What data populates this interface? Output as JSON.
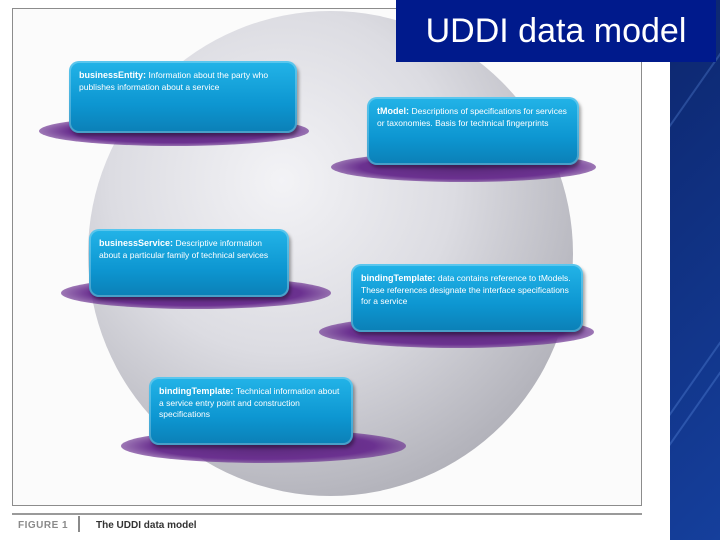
{
  "slide_title": "UDDI data model",
  "figure": {
    "caption_number": "FIGURE 1",
    "caption_text": "The UDDI data model",
    "boxes": [
      {
        "term": "businessEntity:",
        "desc": "Information about the party who publishes information about a service"
      },
      {
        "term": "tModel:",
        "desc": "Descriptions of specifications for services or taxonomies. Basis for technical fingerprints"
      },
      {
        "term": "businessService:",
        "desc": "Descriptive information about a particular family of technical services"
      },
      {
        "term": "bindingTemplate:",
        "desc": "data contains reference to tModels. These references designate the interface specifications for a service"
      },
      {
        "term": "bindingTemplate:",
        "desc": "Technical information about a service entry point and construction specifications"
      }
    ]
  },
  "colors": {
    "title_bg": "#001a8c",
    "card_blue": "#0d96d1",
    "shadow_purple": "#6b3190",
    "slide_bg": "#0b2266"
  }
}
